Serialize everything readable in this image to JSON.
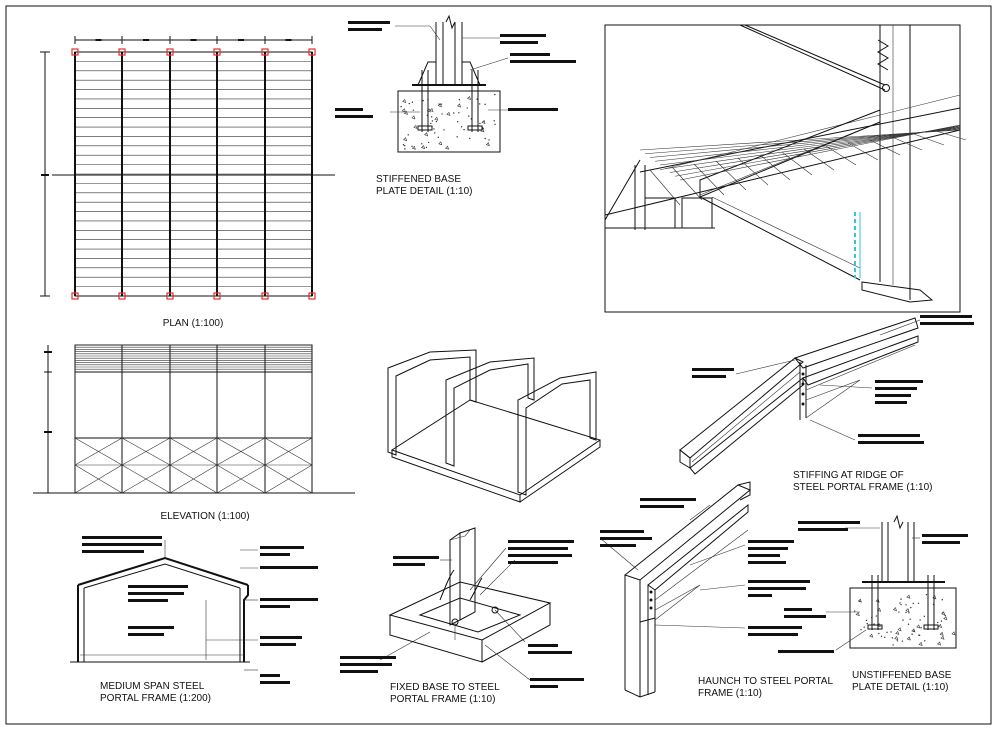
{
  "captions": {
    "plan": "PLAN (1:100)",
    "elevation": "ELEVATION    (1:100)",
    "stiffened_base_1": "STIFFENED BASE",
    "stiffened_base_2": "PLATE DETAIL (1:10)",
    "ridge_1": "STIFFING AT RIDGE OF",
    "ridge_2": "STEEL PORTAL FRAME (1:10)",
    "medium_span_1": "MEDIUM  SPAN STEEL",
    "medium_span_2": "PORTAL FRAME (1:200)",
    "fixed_base_1": "FIXED BASE TO STEEL",
    "fixed_base_2": "PORTAL FRAME (1:10)",
    "haunch_1": "HAUNCH TO STEEL PORTAL",
    "haunch_2": "FRAME (1:10)",
    "unstiffened_1": "UNSTIFFENED BASE",
    "unstiffened_2": "PLATE DETAIL (1:10)"
  },
  "colors": {
    "line": "#111111",
    "column_marker": "#e03030",
    "highlight": "#30c8d8",
    "concrete": "#f4f4f4"
  }
}
